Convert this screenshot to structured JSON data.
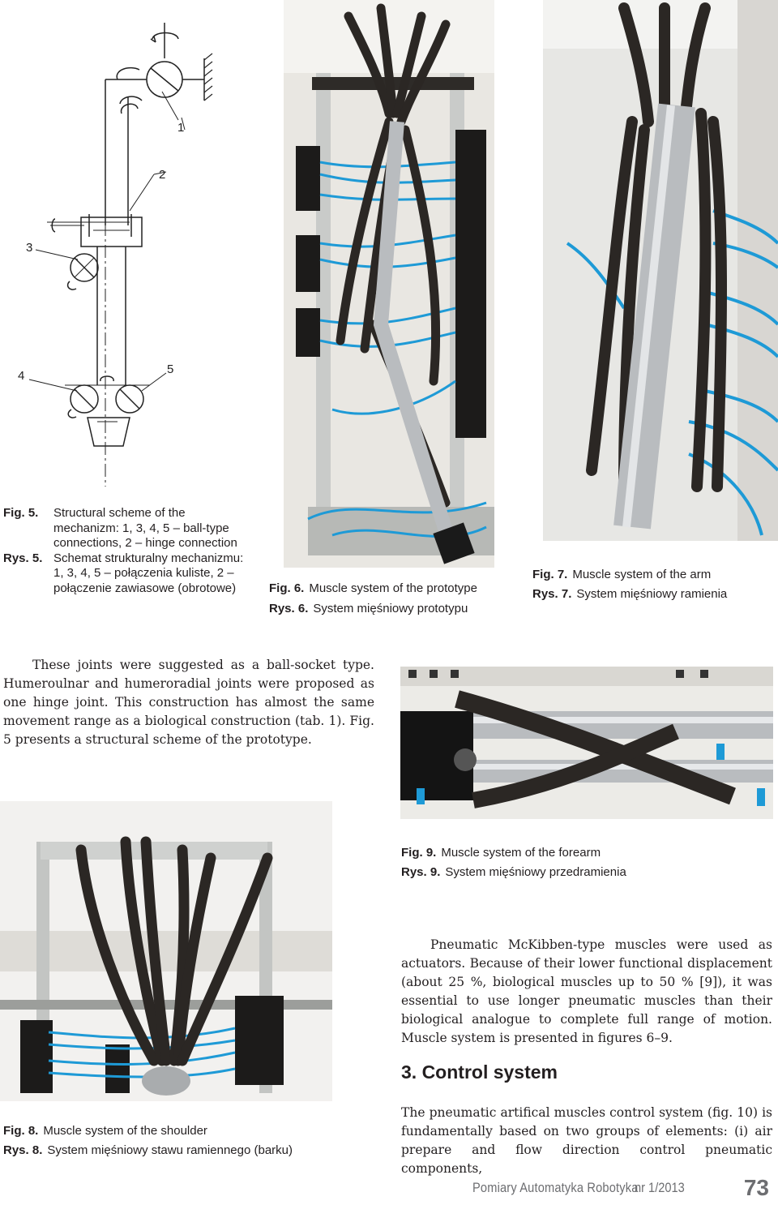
{
  "figures": {
    "fig5": {
      "label_en": "Fig. 5.",
      "text_en": "Structural scheme of the mechanizm: 1, 3, 4, 5 – ball-type connections, 2 – hinge connection",
      "label_pl": "Rys. 5.",
      "text_pl": "Schemat strukturalny mechanizmu: 1, 3, 4, 5 – połączenia kuliste, 2 – połączenie zawiasowe (obrotowe)",
      "callouts": [
        "1",
        "2",
        "3",
        "4",
        "5"
      ]
    },
    "fig6": {
      "label_en": "Fig. 6.",
      "text_en": "Muscle system of the prototype",
      "label_pl": "Rys. 6.",
      "text_pl": "System mięśniowy prototypu"
    },
    "fig7": {
      "label_en": "Fig. 7.",
      "text_en": "Muscle system of the arm",
      "label_pl": "Rys. 7.",
      "text_pl": "System mięśniowy ramienia"
    },
    "fig8": {
      "label_en": "Fig. 8.",
      "text_en": "Muscle system of the shoulder",
      "label_pl": "Rys. 8.",
      "text_pl": "System mięśniowy stawu ramiennego (barku)"
    },
    "fig9": {
      "label_en": "Fig. 9.",
      "text_en": "Muscle system of the forearm",
      "label_pl": "Rys. 9.",
      "text_pl": "System mięśniowy przedramienia"
    }
  },
  "body": {
    "para_joints": "These joints were suggested as a ball-socket type. Humeroulnar and humeroradial joints were proposed as one hinge joint. This construction has almost the same movement range as a biological construction (tab. 1). Fig. 5 presents a structural scheme of the prototype.",
    "para_muscles": "Pneumatic McKibben-type muscles were used as actuators. Because of their lower functional displacement (about 25 %, biological muscles up to 50 % [9]), it was essential to use longer pneumatic muscles than their biological analogue to complete full range of motion. Muscle system is presented in figures 6–9.",
    "section_heading": "3. Control system",
    "para_control": "The pneumatic artifical muscles control system (fig. 10) is fundamentally based on two groups of elements: (i) air prepare and flow direction control pneumatic components,"
  },
  "footer": {
    "journal": "Pomiary Automatyka Robotyka",
    "issue": "nr 1/2013",
    "page_number": "73"
  },
  "colors": {
    "text": "#231f20",
    "footer_gray": "#6d6e71",
    "tube_blue": "#1e9ad6",
    "muscle_dark": "#2b2724",
    "aluminum": "#b9bcbf"
  }
}
